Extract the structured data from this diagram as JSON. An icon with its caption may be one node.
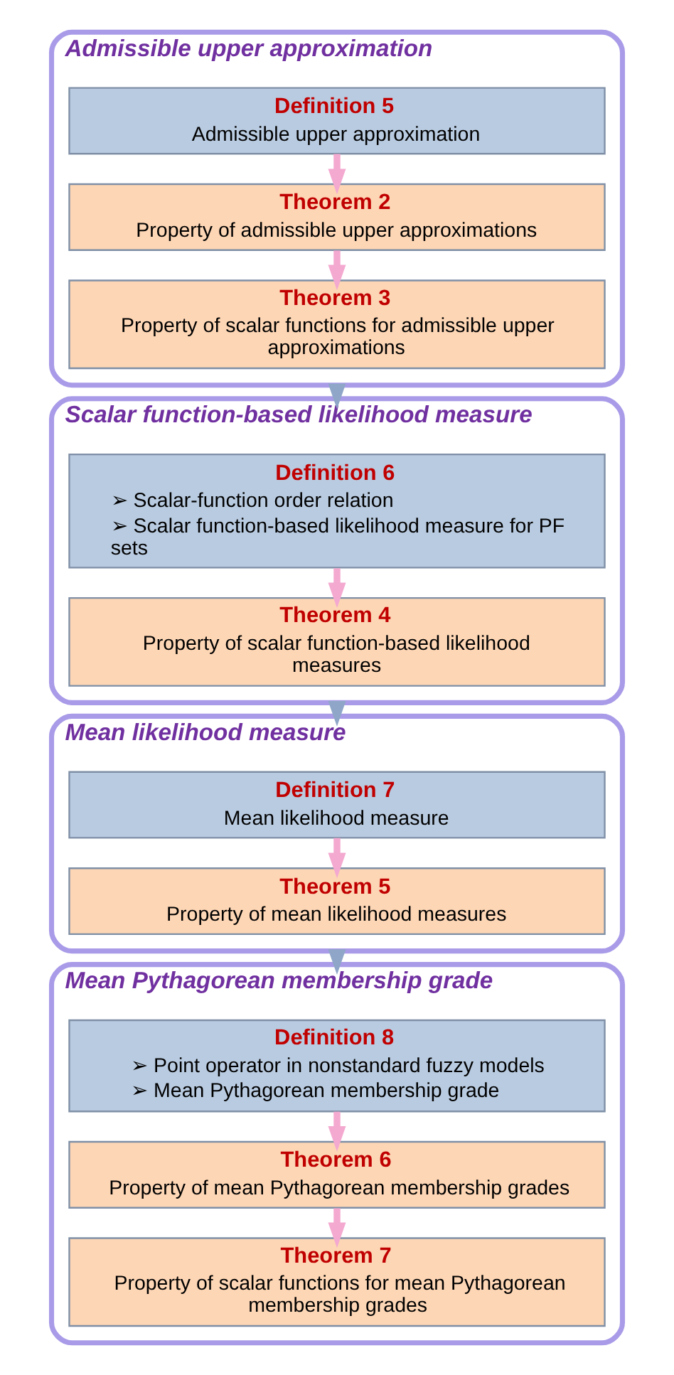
{
  "diagram": {
    "nodes": [
      {
        "text": [
          "Admissible upper approximation"
        ]
      },
      {
        "text": [
          "Definition 5",
          "Admissible upper approximation"
        ],
        "in": 0
      },
      {
        "text": [
          "Theorem 2",
          "Property of admissible upper approximations"
        ],
        "in": 0
      },
      {
        "text": [
          "Theorem 3",
          "Property of scalar functions for admissible upper approximations"
        ],
        "in": 0
      },
      {
        "text": [
          "Scalar function-based likelihood measure"
        ]
      },
      {
        "text": [
          "Definition 6",
          "➢ Scalar-function order relation",
          "➢ Scalar function-based likelihood measure for PF sets"
        ],
        "in": 4
      },
      {
        "text": [
          "Theorem 4",
          "Property of scalar function-based likelihood measures"
        ],
        "in": 4
      },
      {
        "text": [
          "Mean likelihood measure"
        ]
      },
      {
        "text": [
          "Definition 7",
          "Mean likelihood measure"
        ],
        "in": 7
      },
      {
        "text": [
          "Theorem 5",
          "Property of mean likelihood measures"
        ],
        "in": 7
      },
      {
        "text": [
          "Mean Pythagorean membership grade"
        ]
      },
      {
        "text": [
          "Definition 8",
          "➢ Point operator in nonstandard fuzzy models",
          "➢ Mean Pythagorean membership grade"
        ],
        "in": 10
      },
      {
        "text": [
          "Theorem 6",
          "Property of mean Pythagorean membership grades"
        ],
        "in": 10
      },
      {
        "text": [
          "Theorem 7",
          "Property of scalar functions for mean Pythagorean membership grades"
        ],
        "in": 10
      }
    ],
    "edges": [
      {
        "from": 1,
        "to": 2,
        "arrow": "to"
      },
      {
        "from": 2,
        "to": 3,
        "arrow": "to"
      },
      {
        "from": 0,
        "to": 4,
        "arrow": "to",
        "color": "#8fa6c8"
      },
      {
        "from": 5,
        "to": 6,
        "arrow": "to"
      },
      {
        "from": 4,
        "to": 7,
        "arrow": "to",
        "color": "#8fa6c8"
      },
      {
        "from": 8,
        "to": 9,
        "arrow": "to"
      },
      {
        "from": 7,
        "to": 10,
        "arrow": "to",
        "color": "#8fa6c8"
      },
      {
        "from": 11,
        "to": 12,
        "arrow": "to"
      },
      {
        "from": 12,
        "to": 13,
        "arrow": "to"
      }
    ]
  }
}
